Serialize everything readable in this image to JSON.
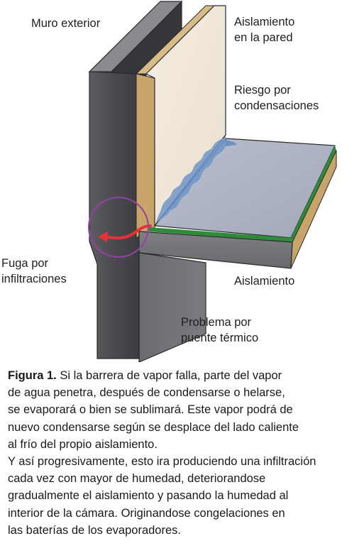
{
  "labels": {
    "exterior_wall": "Muro exterior",
    "wall_insulation": [
      "Aislamiento",
      "en la pared"
    ],
    "condensation_risk": [
      "Riesgo por",
      "condensaciones"
    ],
    "infiltration_leak": [
      "Fuga por",
      "infiltraciones"
    ],
    "insulation": "Aislamiento",
    "thermal_bridge": [
      "Problema por",
      "puente térmico"
    ]
  },
  "caption": {
    "figure_label": "Figura 1.",
    "lines": [
      " Si la barrera de vapor falla, parte del vapor",
      "de agua penetra, después de condensarse o helarse,",
      "se evaporará o bien se sublimará. Este vapor podrá de",
      "nuevo condensarse según se desplace del lado caliente",
      "al frío del propio aislamiento.",
      "Y así progresivamente, esto ira produciendo una infiltración",
      "cada vez con mayor de humedad, deteriorandose",
      "gradualmente el aislamiento y pasando la humedad al",
      "interior de la cámara. Originandose congelaciones en",
      "las baterías de los evaporadores."
    ]
  },
  "colors": {
    "wall_dark": "#4a4b4e",
    "wall_mid": "#6e6f73",
    "insulation_tan": "#c8a36a",
    "panel_cream": "#f3ebe0",
    "floor_blue_grey": "#aeb4c4",
    "vapor_barrier_green": "#2e8b3a",
    "condensation_blue": "#6f95c9",
    "leak_arrow_red": "#e8303a",
    "highlight_circle_purple": "#9b3fa8"
  }
}
